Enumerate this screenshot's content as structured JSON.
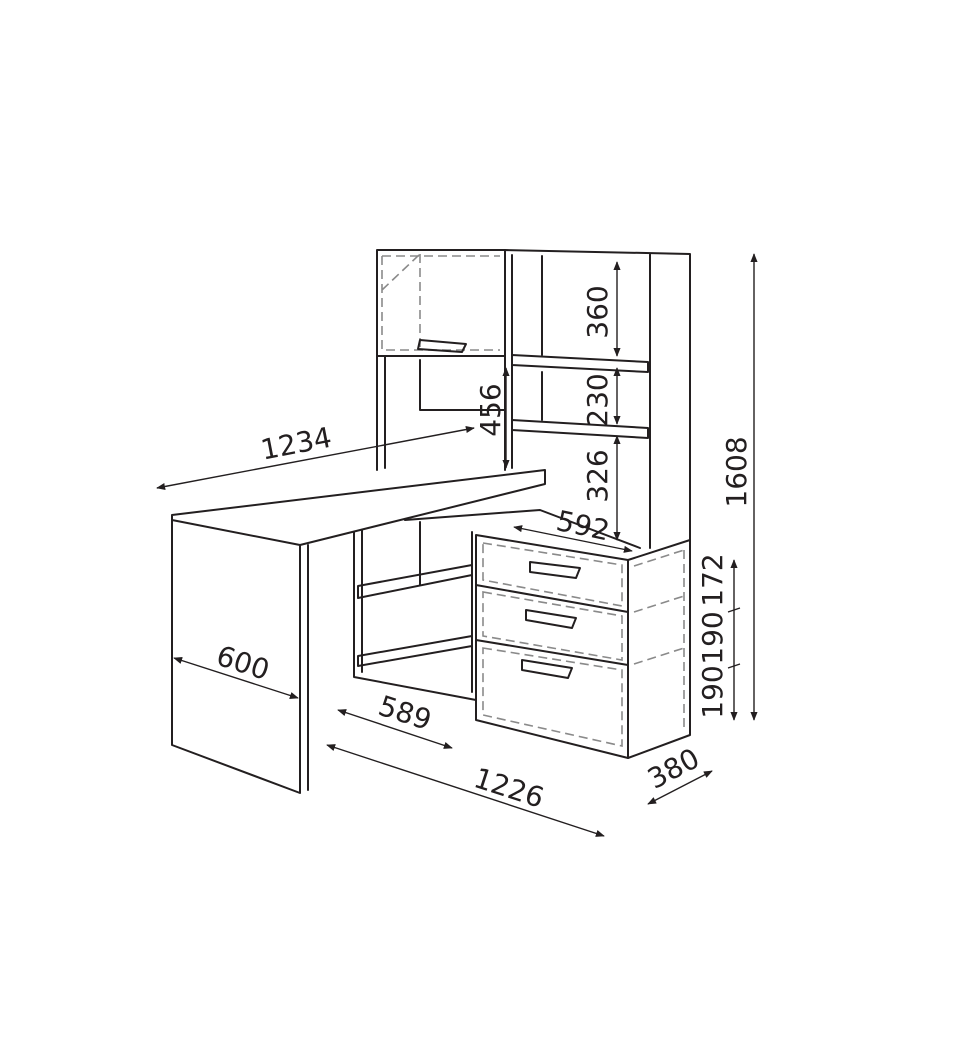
{
  "dimensions": {
    "desk_length": "1234",
    "desk_depth": "600",
    "shelf_gap": "456",
    "shelf_top": "360",
    "shelf_middle": "230",
    "shelf_bottom": "326",
    "shelf_width": "592",
    "total_height": "1608",
    "drawer_top": "172",
    "drawer_middle": "190",
    "drawer_bottom": "190",
    "open_section_width": "589",
    "base_length": "1226",
    "base_depth": "380"
  }
}
